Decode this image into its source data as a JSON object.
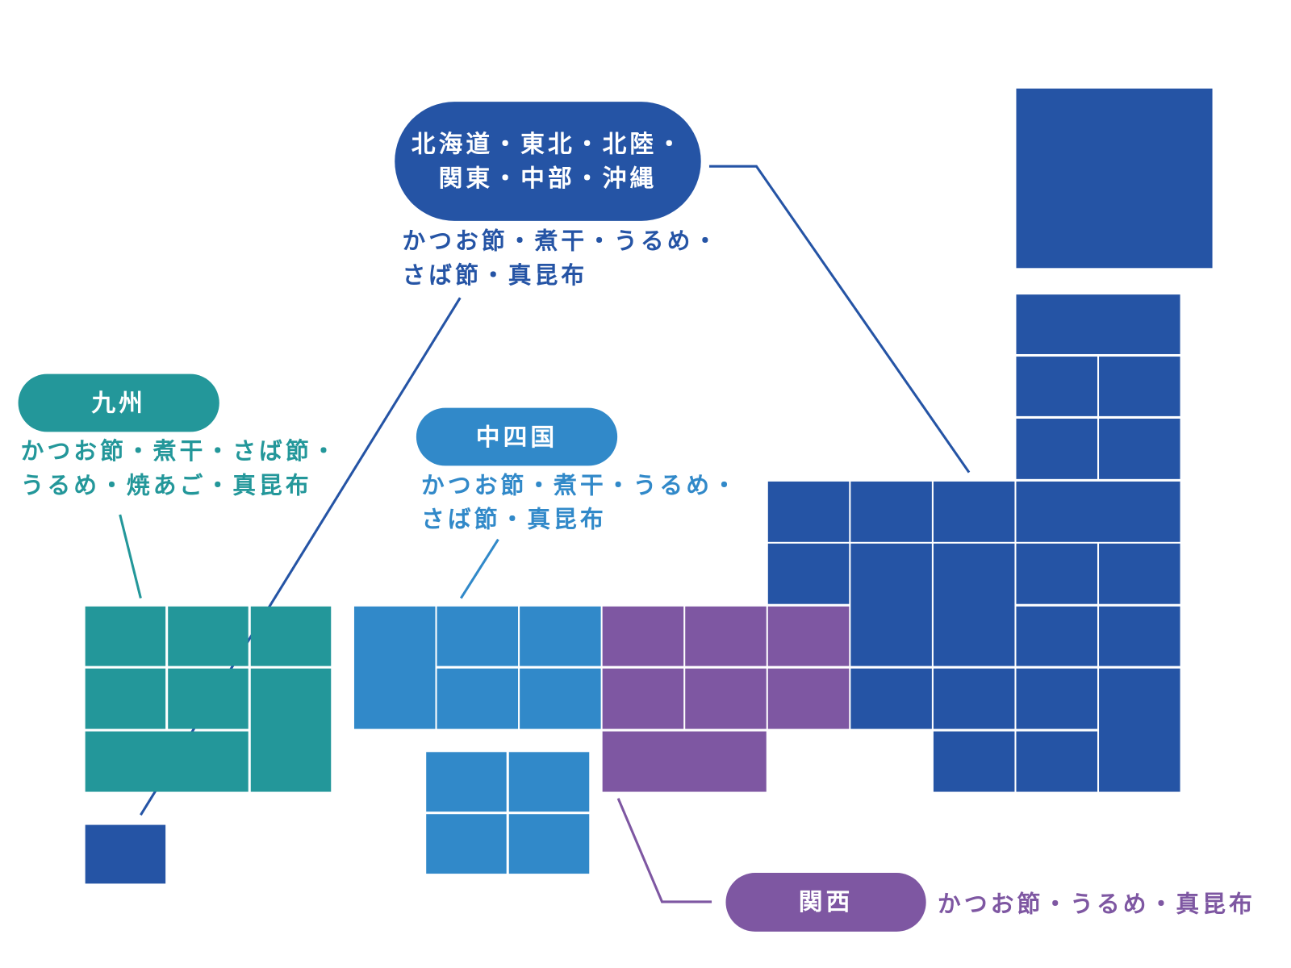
{
  "colors": {
    "north_east": "#2554a5",
    "chushikoku": "#3189c9",
    "kyushu": "#23979a",
    "kansai": "#7e57a2"
  },
  "regions": {
    "north_east": {
      "label_line1": "北海道・東北・北陸・",
      "label_line2": "関東・中部・沖縄",
      "foods_line1": "かつお節・煮干・うるめ・",
      "foods_line2": "さば節・真昆布"
    },
    "kyushu": {
      "label": "九州",
      "foods_line1": "かつお節・煮干・さば節・",
      "foods_line2": "うるめ・焼あご・真昆布"
    },
    "chushikoku": {
      "label": "中四国",
      "foods_line1": "かつお節・煮干・うるめ・",
      "foods_line2": "さば節・真昆布"
    },
    "kansai": {
      "label": "関西",
      "foods": "かつお節・うるめ・真昆布"
    }
  }
}
